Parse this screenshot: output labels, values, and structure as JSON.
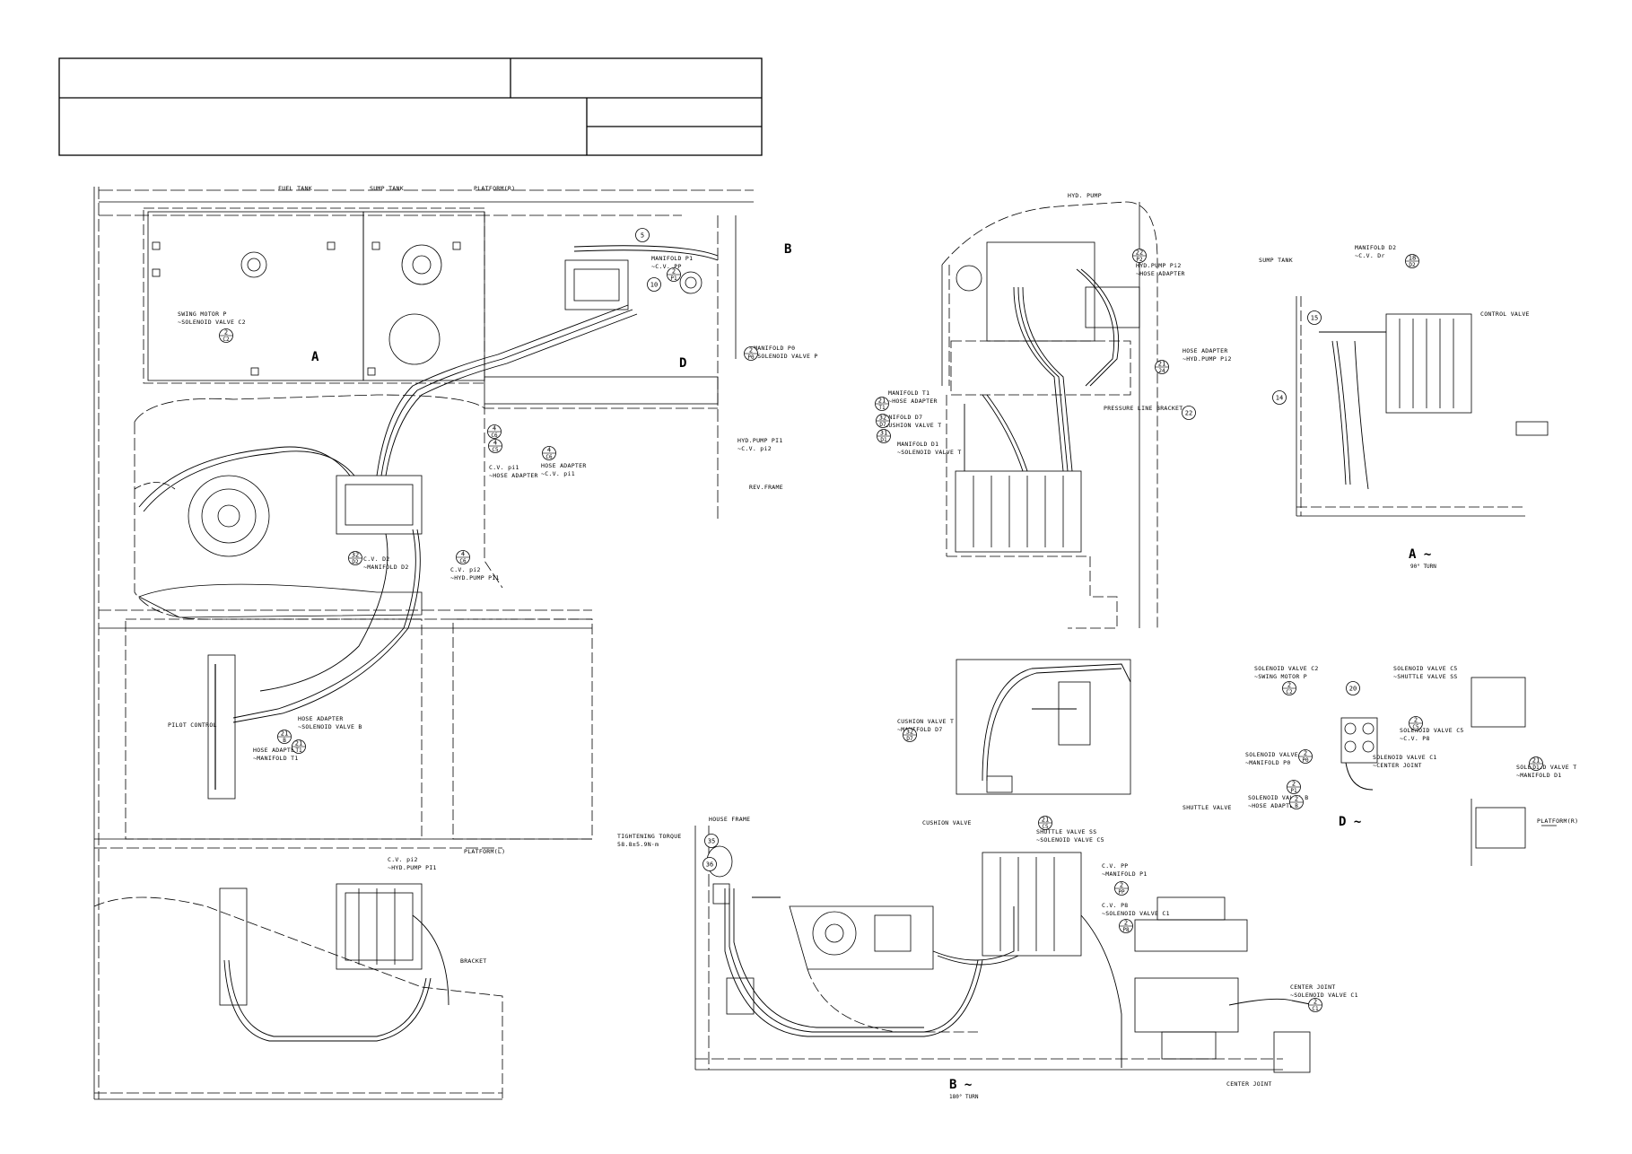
{
  "views": {
    "A": {
      "letter": "A",
      "caption": "A ~",
      "sub": "90° TURN"
    },
    "B": {
      "letter": "B",
      "caption": "B ~",
      "sub": "180° TURN"
    },
    "D": {
      "letter": "D",
      "caption": "D ~"
    }
  },
  "labels": {
    "fuel_tank": "FUEL TANK",
    "sump_tank": "SUMP TANK",
    "platform_r": "PLATFORM(R)",
    "swing_motor": "SWING MOTOR P",
    "swing_motor_sv": "~SOLENOID VALVE C2",
    "manifold_p1": "MANIFOLD P1",
    "manifold_p1_cv": "~C.V. PP",
    "manifold_p0": "MANIFOLD P0",
    "manifold_p0_sv": "~SOLENOID VALVE P",
    "hyd_pump_pi1": "HYD.PUMP PI1",
    "hyd_pump_pi1_cv": "~C.V. pi2",
    "hose_adapter_cv": "HOSE ADAPTER",
    "hose_adapter_cv2": "~C.V. pi1",
    "cv_pi1": "C.V. pi1",
    "cv_pi1_ha": "~HOSE ADAPTER",
    "rev_frame": "REV.FRAME",
    "cv_d2": "C.V. D2",
    "cv_d2_m": "~MANIFOLD D2",
    "cv_pi2": "C.V. pi2",
    "cv_pi2_h": "~HYD.PUMP PI1",
    "hose_adapter_sv": "HOSE ADAPTER",
    "hose_adapter_sv2": "~SOLENOID VALVE B",
    "hose_adapter_t1": "HOSE ADAPTER",
    "hose_adapter_t1b": "~MANIFOLD T1",
    "pilot_control": "PILOT CONTROL",
    "platform_l": "PLATFORM(L)",
    "cv_pi2_b": "C.V. pi2",
    "cv_pi2_bh": "~HYD.PUMP PI1",
    "bracket": "BRACKET",
    "hyd_pump": "HYD. PUMP",
    "hyd_pump_pi2": "HYD.PUMP Pi2",
    "hyd_pump_pi2_ha": "~HOSE ADAPTER",
    "hose_adapter_pi2": "HOSE ADAPTER",
    "hose_adapter_pi2_h": "~HYD.PUMP Pi2",
    "pressure_line_bracket": "PRESSURE LINE BRACKET",
    "manifold_t1": "MANIFOLD T1",
    "manifold_t1_ha": "~HOSE ADAPTER",
    "manifold_d7": "MANIFOLD D7",
    "manifold_d7_cv": "~CUSHION VALVE T",
    "manifold_d1": "MANIFOLD D1",
    "manifold_d1_sv": "~SOLENOID VALVE T",
    "sump_tank_a": "SUMP TANK",
    "manifold_d2": "MANIFOLD D2",
    "manifold_d2_cv": "~C.V. Dr",
    "control_valve": "CONTROL VALVE",
    "cushion_valve_t": "CUSHION VALVE T",
    "cushion_valve_t_m": "~MANIFOLD D7",
    "cushion_valve": "CUSHION VALVE",
    "shuttle_valve_ss": "SHUTTLE VALVE SS",
    "shuttle_valve_ss_sv": "~SOLENOID VALVE C5",
    "shuttle_valve": "SHUTTLE VALVE",
    "house_frame": "HOUSE FRAME",
    "tightening_torque": "TIGHTENING TORQUE",
    "torque_value": "58.8±5.9N·m",
    "cv_pp": "C.V. PP",
    "cv_pp_m": "~MANIFOLD P1",
    "cv_p8": "C.V. P8",
    "cv_p8_sv": "~SOLENOID VALVE C1",
    "center_joint_sv": "CENTER JOINT",
    "center_joint_sv2": "~SOLENOID VALVE C1",
    "center_joint": "CENTER JOINT",
    "sv_c2": "SOLENOID VALVE C2",
    "sv_c2_sm": "~SWING MOTOR P",
    "sv_c5": "SOLENOID VALVE C5",
    "sv_c5_sh": "~SHUTTLE VALVE SS",
    "sv_c5_b": "SOLENOID VALVE C5",
    "sv_c5_b_cv": "~C.V. P8",
    "sv_p": "SOLENOID VALVE P",
    "sv_p_m": "~MANIFOLD P0",
    "sv_c1": "SOLENOID VALVE C1",
    "sv_c1_cj": "~CENTER JOINT",
    "sv_b": "SOLENOID VALVE B",
    "sv_b_ha": "~HOSE ADAPTER",
    "sv_t": "SOLENOID VALVE T",
    "sv_t_m": "~MANIFOLD D1",
    "platform_r2": "PLATFORM(R)"
  },
  "balloons": [
    {
      "n": "2",
      "s": "C2"
    },
    {
      "n": "5",
      "s": ""
    },
    {
      "n": "10",
      "s": ""
    },
    {
      "n": "2",
      "s": "P1"
    },
    {
      "n": "2",
      "s": "P0"
    },
    {
      "n": "4",
      "s": "C6"
    },
    {
      "n": "4",
      "s": "C5"
    },
    {
      "n": "4",
      "s": "C6"
    },
    {
      "n": "32",
      "s": "D2"
    },
    {
      "n": "4",
      "s": "C6"
    },
    {
      "n": "21",
      "s": "B"
    },
    {
      "n": "21",
      "s": "T1"
    },
    {
      "n": "22",
      "s": "P2"
    },
    {
      "n": "21",
      "s": "24"
    },
    {
      "n": "22",
      "s": ""
    },
    {
      "n": "21",
      "s": "T1"
    },
    {
      "n": "32",
      "s": "D7"
    },
    {
      "n": "31",
      "s": "D1"
    },
    {
      "n": "18",
      "s": "D2"
    },
    {
      "n": "15",
      "s": ""
    },
    {
      "n": "14",
      "s": ""
    },
    {
      "n": "32",
      "s": "D7"
    },
    {
      "n": "21",
      "s": "C5"
    },
    {
      "n": "35",
      "s": ""
    },
    {
      "n": "36",
      "s": ""
    },
    {
      "n": "2",
      "s": "PP"
    },
    {
      "n": "2",
      "s": "P8"
    },
    {
      "n": "2",
      "s": "C1"
    },
    {
      "n": "2",
      "s": "C2"
    },
    {
      "n": "20",
      "s": ""
    },
    {
      "n": "2",
      "s": "C5"
    },
    {
      "n": "2",
      "s": "P0"
    },
    {
      "n": "2",
      "s": "P1"
    },
    {
      "n": "2",
      "s": "B"
    },
    {
      "n": "21",
      "s": "D1"
    }
  ],
  "colors": {
    "line": "#000000",
    "paper": "#ffffff"
  }
}
